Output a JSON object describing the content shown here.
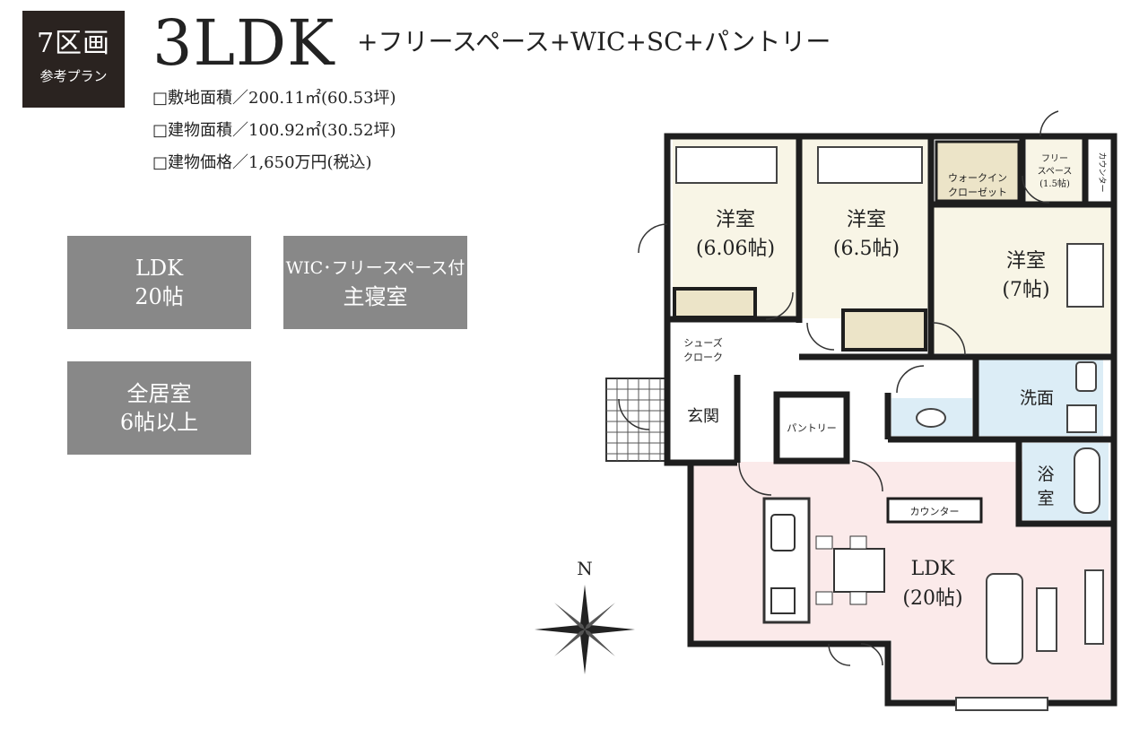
{
  "badge": {
    "lot": "7区画",
    "sub": "参考プラン"
  },
  "title": {
    "main": "3LDK",
    "sub": "+フリースペース+WIC+SC+パントリー"
  },
  "specs": [
    "□敷地面積／200.11㎡(60.53坪)",
    "□建物面積／100.92㎡(30.52坪)",
    "□建物価格／1,650万円(税込)"
  ],
  "tags": [
    {
      "line1": "LDK",
      "line2": "20帖"
    },
    {
      "line1": "WIC･フリースペース付",
      "line2": "主寝室"
    },
    {
      "line1": "全居室",
      "line2": "6帖以上"
    }
  ],
  "plan": {
    "room1": {
      "name": "洋室",
      "size": "(6.06帖)"
    },
    "room2": {
      "name": "洋室",
      "size": "(6.5帖)"
    },
    "room3": {
      "name": "洋室",
      "size": "(7帖)"
    },
    "wic": {
      "line1": "ウォークイン",
      "line2": "クローゼット"
    },
    "free_space": {
      "line1": "フリー",
      "line2": "スペース",
      "line3": "(1.5帖)"
    },
    "counter_small": "カウンター",
    "shoe_cloak": {
      "line1": "シューズ",
      "line2": "クローク"
    },
    "genkan": "玄関",
    "pantry": "パントリー",
    "washroom": "洗面",
    "bath": "浴室",
    "counter": "カウンター",
    "ldk": {
      "name": "LDK",
      "size": "(20帖)"
    },
    "compass_n": "N"
  },
  "colors": {
    "badge": "#2a2320",
    "tag": "#888888",
    "bedroom": "#f8f5e6",
    "wet": "#dcedf6",
    "ldk": "#fbeaea",
    "wall": "#1e1e1e"
  }
}
